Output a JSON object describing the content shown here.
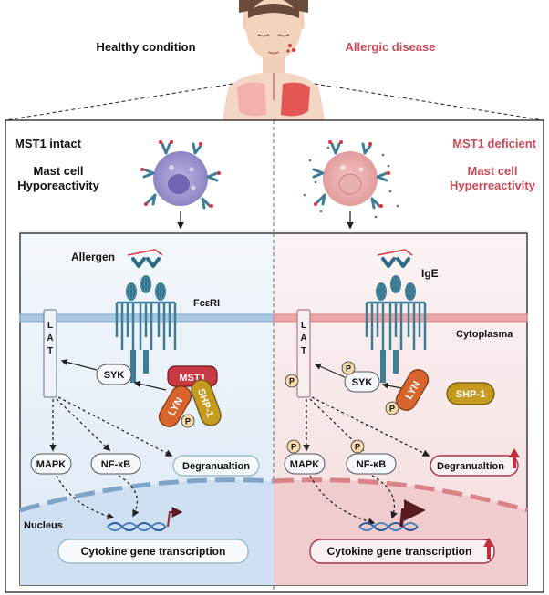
{
  "header": {
    "healthy_label": "Healthy condition",
    "disease_label": "Allergic disease"
  },
  "left_panel": {
    "status": "MST1 intact",
    "reactivity_line1": "Mast cell",
    "reactivity_line2": "Hyporeactivity",
    "allergen_label": "Allergen",
    "receptor_label": "FcεRI",
    "lat_letters": [
      "L",
      "A",
      "T"
    ],
    "syk": "SYK",
    "mst1": "MST1",
    "lyn": "LYN",
    "shp1": "SHP-1",
    "phospho": "P",
    "mapk": "MAPK",
    "nfkb": "NF-κB",
    "degranulation": "Degranualtion",
    "nucleus_label": "Nucleus",
    "transcription": "Cytokine gene transcription"
  },
  "right_panel": {
    "status": "MST1 deficient",
    "reactivity_line1": "Mast cell",
    "reactivity_line2": "Hyperreactivity",
    "ige_label": "IgE",
    "cytoplasm_label": "Cytoplasma",
    "lat_letters": [
      "L",
      "A",
      "T"
    ],
    "syk": "SYK",
    "lyn": "LYN",
    "shp1": "SHP-1",
    "phospho": "P",
    "mapk": "MAPK",
    "nfkb": "NF-κB",
    "degranulation": "Degranualtion",
    "transcription": "Cytokine gene transcription"
  },
  "colors": {
    "accent_red": "#c94a56",
    "membrane_left": "#8fb4d6",
    "membrane_right": "#e08a8a",
    "receptor": "#3f7d97",
    "mst1": "#c93842",
    "lyn": "#d8652e",
    "shp1": "#c59a1e",
    "phospho": "#f3d8a8",
    "box_border_left": "#8fb2c9",
    "box_border_right": "#a8324a",
    "up_arrow": "#c0303c"
  }
}
